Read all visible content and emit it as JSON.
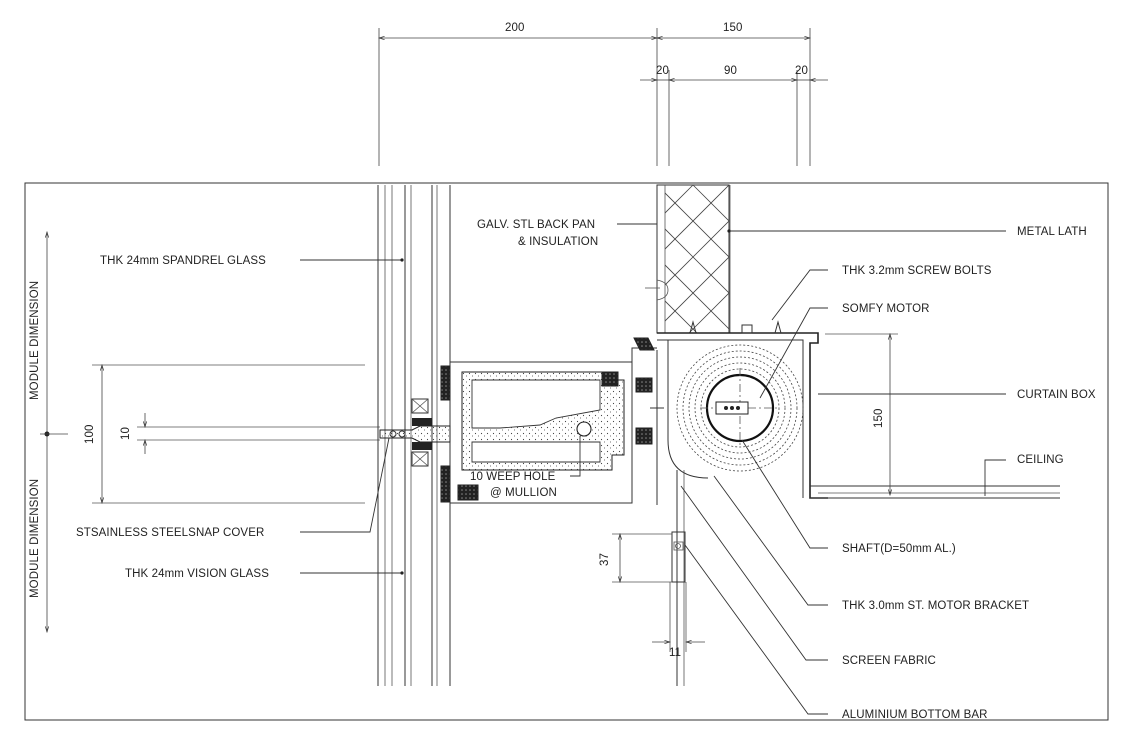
{
  "dimensions": {
    "top_left": "200",
    "top_right": "150",
    "sub_left": "20",
    "sub_mid": "90",
    "sub_right": "20",
    "module_100": "100",
    "joint_10": "10",
    "box_150": "150",
    "bar_37": "37",
    "bar_11": "11"
  },
  "side_labels": {
    "upper": "MODULE DIMENSION",
    "lower": "MODULE DIMENSION"
  },
  "callouts_left": {
    "spandrel_glass": "THK 24mm SPANDREL GLASS",
    "snap_cover": "STSAINLESS STEELSNAP COVER",
    "vision_glass": "THK 24mm VISION GLASS"
  },
  "callouts_center": {
    "back_pan_line1": "GALV. STL BACK PAN",
    "back_pan_line2": "& INSULATION",
    "weep_hole_line1": "10 WEEP HOLE",
    "weep_hole_line2": "@ MULLION"
  },
  "callouts_right": {
    "metal_lath": "METAL LATH",
    "screw_bolts": "THK 3.2mm SCREW BOLTS",
    "somfy_motor": "SOMFY MOTOR",
    "curtain_box": "CURTAIN BOX",
    "ceiling": "CEILING",
    "shaft": "SHAFT(D=50mm AL.)",
    "motor_bracket": "THK 3.0mm ST. MOTOR BRACKET",
    "screen_fabric": "SCREEN FABRIC",
    "bottom_bar": "ALUMINIUM BOTTOM BAR"
  },
  "icons": {
    "dimension_arrow": "arrow-icon",
    "insulation_hatch": "cross-hatch-icon"
  }
}
